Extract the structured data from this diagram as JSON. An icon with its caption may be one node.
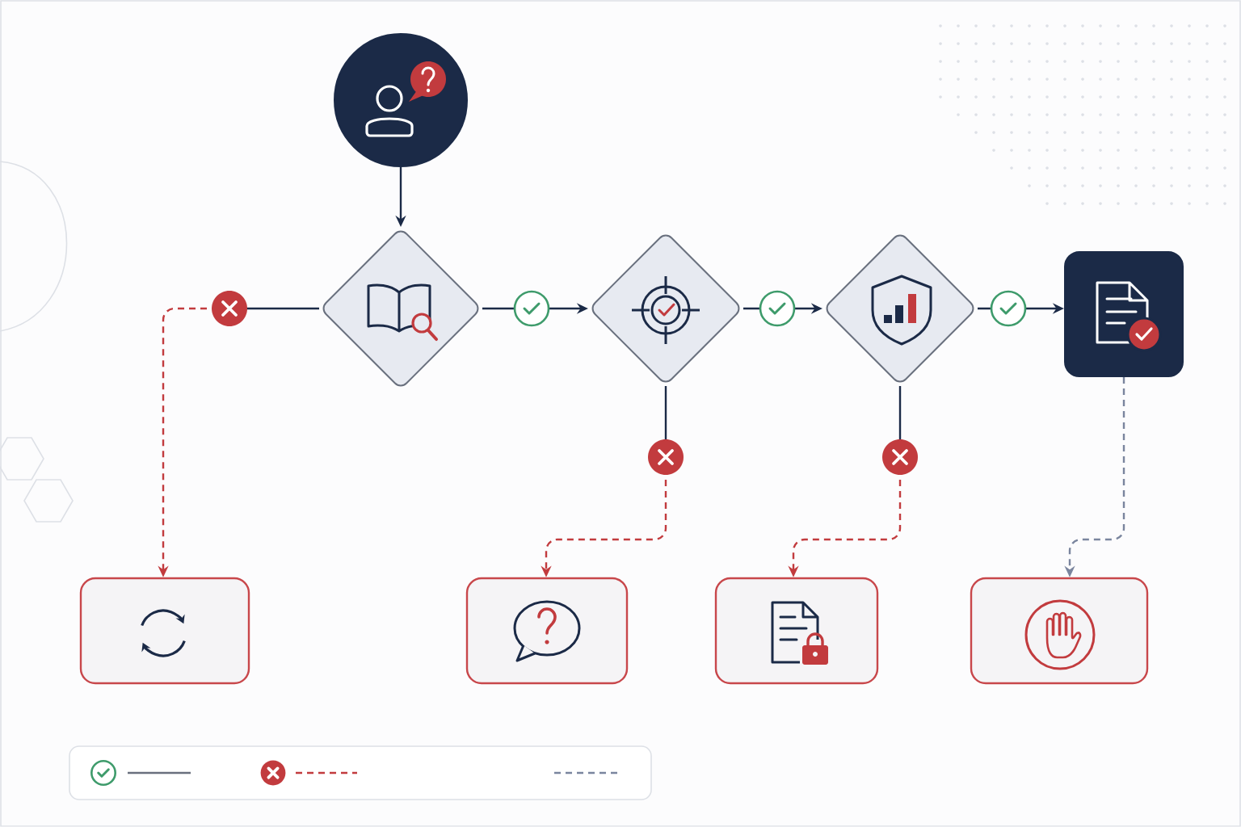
{
  "diagram": {
    "nodes": [
      {
        "text": [],
        "shape": "circle"
      },
      {
        "text": [],
        "shape": "diamond"
      },
      {
        "text": [],
        "shape": "diamond"
      },
      {
        "text": [],
        "shape": "diamond"
      },
      {
        "text": [],
        "shape": "box"
      },
      {
        "text": [],
        "shape": "box"
      },
      {
        "text": [],
        "shape": "box"
      },
      {
        "text": [],
        "shape": "box"
      },
      {
        "text": [],
        "shape": "box"
      }
    ],
    "edges": [
      {
        "from": 0,
        "to": 1,
        "arrow": "to"
      },
      {
        "from": 1,
        "to": 2,
        "arrow": "to"
      },
      {
        "from": 2,
        "to": 3,
        "arrow": "to"
      },
      {
        "from": 3,
        "to": 4,
        "arrow": "to"
      },
      {
        "from": 1,
        "to": 5,
        "arrow": "to",
        "style": "dashed",
        "color": "#c23b3e"
      },
      {
        "from": 2,
        "to": 6,
        "arrow": "to",
        "style": "dashed",
        "color": "#c23b3e"
      },
      {
        "from": 3,
        "to": 7,
        "arrow": "to",
        "style": "dashed",
        "color": "#c23b3e"
      },
      {
        "from": 4,
        "to": 8,
        "arrow": "to",
        "style": "dashed",
        "color": "#7a859e"
      }
    ]
  }
}
